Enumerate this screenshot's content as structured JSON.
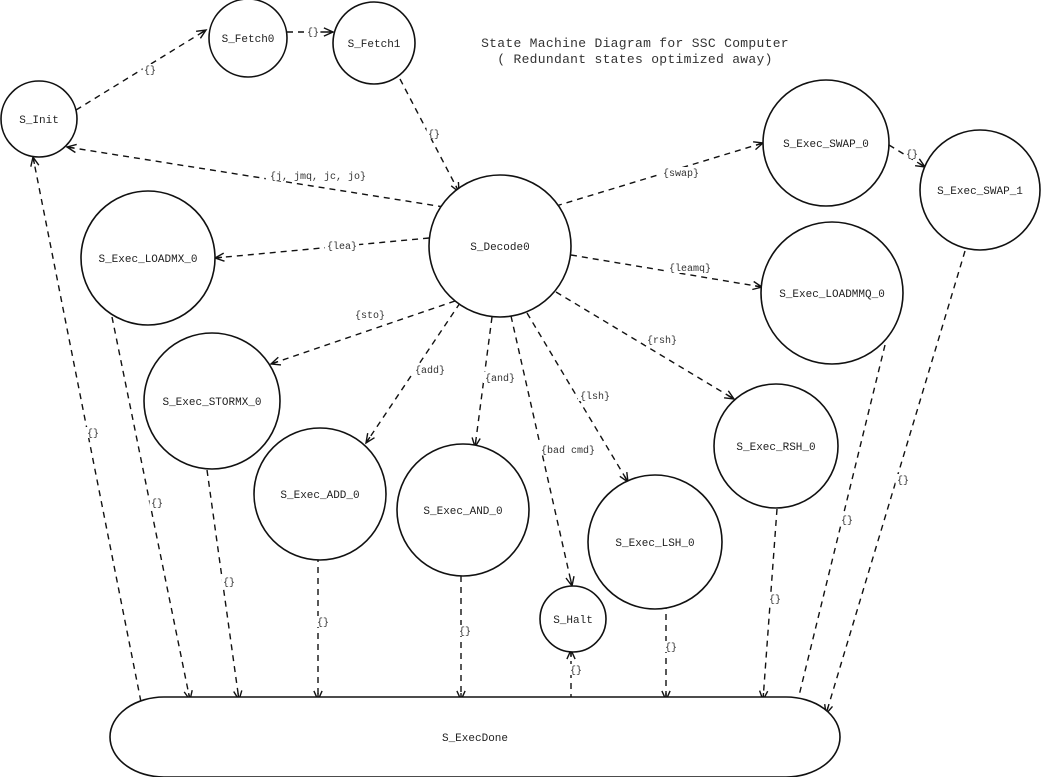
{
  "title": {
    "line1": "State Machine Diagram for SSC Computer",
    "line2": "( Redundant states optimized away)"
  },
  "states": [
    {
      "id": "S_Init",
      "label": "S_Init"
    },
    {
      "id": "S_Fetch0",
      "label": "S_Fetch0"
    },
    {
      "id": "S_Fetch1",
      "label": "S_Fetch1"
    },
    {
      "id": "S_Decode0",
      "label": "S_Decode0"
    },
    {
      "id": "S_Exec_SWAP_0",
      "label": "S_Exec_SWAP_0"
    },
    {
      "id": "S_Exec_SWAP_1",
      "label": "S_Exec_SWAP_1"
    },
    {
      "id": "S_Exec_LOADMX_0",
      "label": "S_Exec_LOADMX_0"
    },
    {
      "id": "S_Exec_LOADMMQ_0",
      "label": "S_Exec_LOADMMQ_0"
    },
    {
      "id": "S_Exec_STORMX_0",
      "label": "S_Exec_STORMX_0"
    },
    {
      "id": "S_Exec_ADD_0",
      "label": "S_Exec_ADD_0"
    },
    {
      "id": "S_Exec_AND_0",
      "label": "S_Exec_AND_0"
    },
    {
      "id": "S_Exec_LSH_0",
      "label": "S_Exec_LSH_0"
    },
    {
      "id": "S_Exec_RSH_0",
      "label": "S_Exec_RSH_0"
    },
    {
      "id": "S_Halt",
      "label": "S_Halt"
    },
    {
      "id": "S_ExecDone",
      "label": "S_ExecDone"
    }
  ],
  "transitions": [
    {
      "from": "S_Init",
      "to": "S_Fetch0",
      "label": "{}"
    },
    {
      "from": "S_Fetch0",
      "to": "S_Fetch1",
      "label": "{}"
    },
    {
      "from": "S_Fetch1",
      "to": "S_Decode0",
      "label": "{}"
    },
    {
      "from": "S_Decode0",
      "to": "S_Init",
      "label": "{j, jmq, jc, jo}"
    },
    {
      "from": "S_Decode0",
      "to": "S_Exec_SWAP_0",
      "label": "{swap}"
    },
    {
      "from": "S_Exec_SWAP_0",
      "to": "S_Exec_SWAP_1",
      "label": "{}"
    },
    {
      "from": "S_Decode0",
      "to": "S_Exec_LOADMX_0",
      "label": "{lea}"
    },
    {
      "from": "S_Decode0",
      "to": "S_Exec_LOADMMQ_0",
      "label": "{leamq}"
    },
    {
      "from": "S_Decode0",
      "to": "S_Exec_STORMX_0",
      "label": "{sto}"
    },
    {
      "from": "S_Decode0",
      "to": "S_Exec_ADD_0",
      "label": "{add}"
    },
    {
      "from": "S_Decode0",
      "to": "S_Exec_AND_0",
      "label": "{and}"
    },
    {
      "from": "S_Decode0",
      "to": "S_Halt",
      "label": "{bad cmd}"
    },
    {
      "from": "S_Decode0",
      "to": "S_Exec_LSH_0",
      "label": "{lsh}"
    },
    {
      "from": "S_Decode0",
      "to": "S_Exec_RSH_0",
      "label": "{rsh}"
    },
    {
      "from": "S_ExecDone",
      "to": "S_Init",
      "label": "{}"
    },
    {
      "from": "S_Exec_LOADMX_0",
      "to": "S_ExecDone",
      "label": "{}"
    },
    {
      "from": "S_Exec_STORMX_0",
      "to": "S_ExecDone",
      "label": "{}"
    },
    {
      "from": "S_Exec_ADD_0",
      "to": "S_ExecDone",
      "label": "{}"
    },
    {
      "from": "S_Exec_AND_0",
      "to": "S_ExecDone",
      "label": "{}"
    },
    {
      "from": "S_ExecDone",
      "to": "S_Halt",
      "label": "{}"
    },
    {
      "from": "S_Exec_LSH_0",
      "to": "S_ExecDone",
      "label": "{}"
    },
    {
      "from": "S_Exec_RSH_0",
      "to": "S_ExecDone",
      "label": "{}"
    },
    {
      "from": "S_Exec_LOADMMQ_0",
      "to": "S_ExecDone",
      "label": "{}"
    },
    {
      "from": "S_Exec_SWAP_1",
      "to": "S_ExecDone",
      "label": "{}"
    }
  ]
}
